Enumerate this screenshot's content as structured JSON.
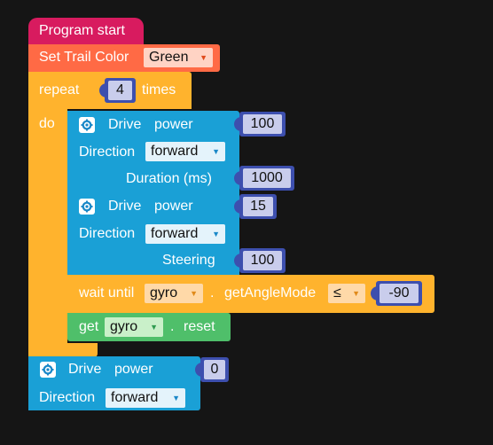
{
  "program_start": {
    "label": "Program start"
  },
  "set_trail": {
    "label": "Set Trail Color",
    "color_value": "Green"
  },
  "repeat": {
    "label": "repeat",
    "count": "4",
    "times_label": "times",
    "do_label": "do"
  },
  "drive1": {
    "drive_label": "Drive",
    "power_label": "power",
    "power_value": "100",
    "direction_label": "Direction",
    "direction_value": "forward",
    "duration_label": "Duration (ms)",
    "duration_value": "1000"
  },
  "drive2": {
    "drive_label": "Drive",
    "power_label": "power",
    "power_value": "15",
    "direction_label": "Direction",
    "direction_value": "forward",
    "steering_label": "Steering",
    "steering_value": "100"
  },
  "wait_until": {
    "label": "wait until",
    "sensor_value": "gyro",
    "dot": ".",
    "method_label": "getAngleMode",
    "operator_value": "≤",
    "compare_value": "-90"
  },
  "get_gyro": {
    "label": "get",
    "sensor_value": "gyro",
    "dot": ".",
    "method_label": "reset"
  },
  "drive3": {
    "drive_label": "Drive",
    "power_label": "power",
    "power_value": "0",
    "direction_label": "Direction",
    "direction_value": "forward"
  },
  "colors": {
    "background": "#151515",
    "program_start": "#d81b5f",
    "set_trail": "#ff6a45",
    "repeat": "#ffb32d",
    "drive": "#1aa0d6",
    "get": "#4fbf6a",
    "number_slot": "#3d4fae"
  },
  "icons": {
    "block_icon": "gear-icon",
    "dropdown_arrow": "triangle-down-icon"
  }
}
